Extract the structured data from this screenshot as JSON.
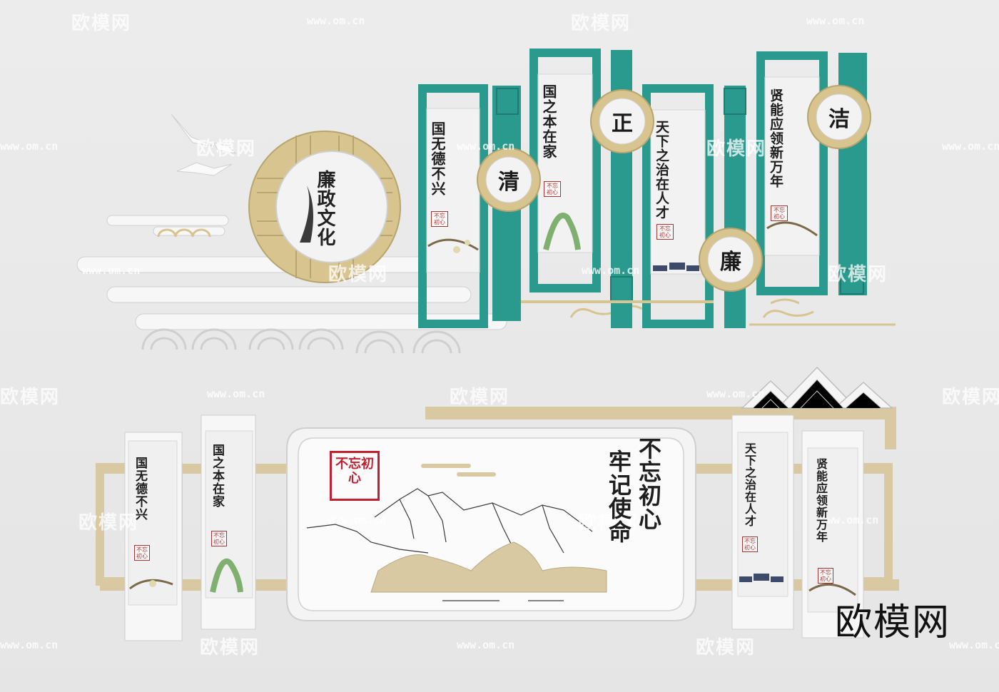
{
  "watermark": {
    "brand": "欧模网",
    "url": "www.om.cn"
  },
  "corner_logo": "欧模网",
  "top_wall": {
    "main_disc_title": "廉政文化",
    "char_discs": [
      "清",
      "正",
      "廉",
      "洁"
    ],
    "panel_titles": [
      "国无德不兴",
      "国之本在家",
      "天下之治在人才",
      "贤能应领新万年"
    ],
    "seal_text": "不忘初心"
  },
  "bottom_wall": {
    "slogan_line1": "不忘初心",
    "slogan_line2": "牢记使命",
    "stamp_text": "不忘初心",
    "panel_titles": [
      "国无德不兴",
      "国之本在家",
      "天下之治在人才",
      "贤能应领新万年"
    ],
    "seal_text": "不忘初心"
  },
  "colors": {
    "teal": "#2a9a8e",
    "gold": "#d8c48e",
    "beige": "#d9c9a3",
    "panel": "#f2f2f2",
    "seal_red": "#c02030"
  }
}
